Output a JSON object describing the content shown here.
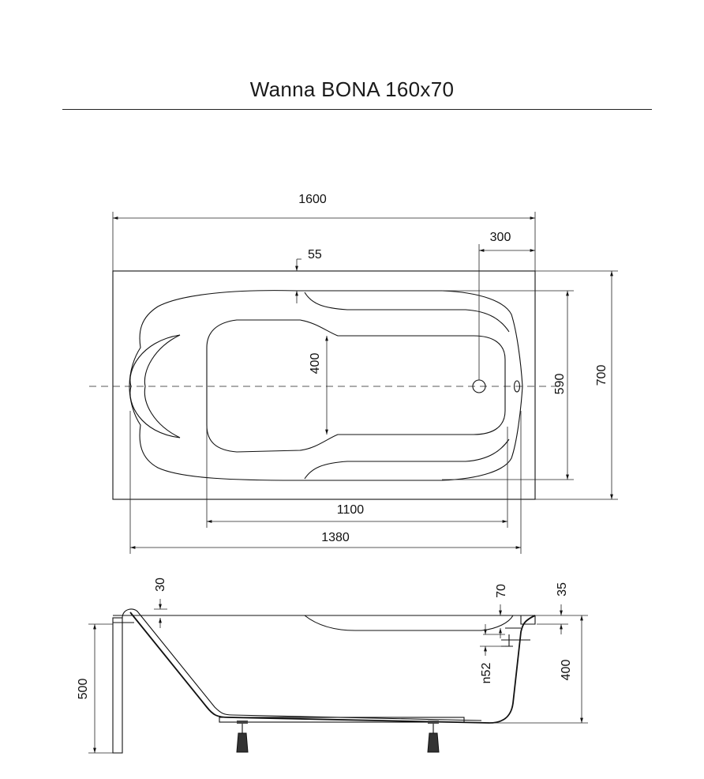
{
  "title": "Wanna BONA 160x70",
  "top_view": {
    "dims": {
      "length": "1600",
      "drain_offset": "300",
      "rim": "55",
      "bottom_width": "400",
      "inner_width": "590",
      "width": "700",
      "bottom_length": "1100",
      "inner_length": "1380"
    }
  },
  "side_view": {
    "dims": {
      "rim_thickness": "30",
      "overflow_height": "70",
      "edge": "35",
      "overflow_diameter": "n52",
      "depth": "400",
      "height": "500"
    }
  }
}
